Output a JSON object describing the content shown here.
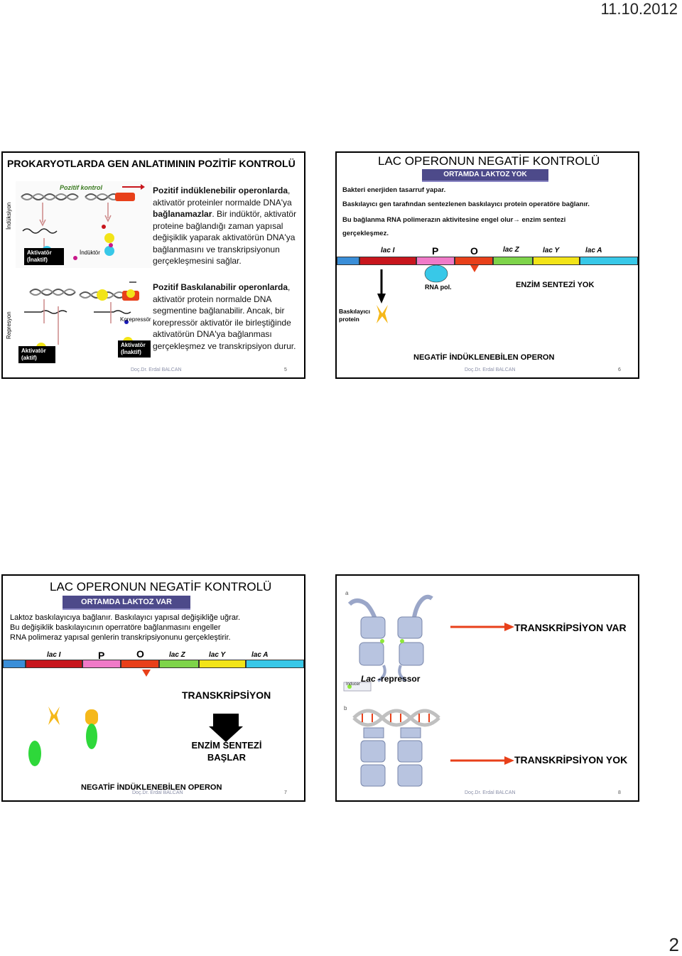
{
  "page": {
    "date": "11.10.2012",
    "number": "2"
  },
  "slide5": {
    "title": "PROKARYOTLARDA GEN ANLATIMININ POZİTİF KONTROLÜ",
    "label_induction": "İndüksiyon",
    "label_repression": "Represyon",
    "figure_title": "Pozitif kontrol",
    "box_activator_inactive": "Aktivatör (İnaktif)",
    "label_inducer": "İndüktör",
    "box_activator_active": "Aktivatör (aktif)",
    "label_corepressor": "Korepressör",
    "box_activator_inactive2": "Aktivatör (İnaktif)",
    "para1_bold": "Pozitif indüklenebilir operonlarda",
    "para1_rest": ", aktivatör proteinler normalde DNA'ya ",
    "para1_bold2": "bağlanamazlar",
    "para1_end": ". Bir indüktör, aktivatör proteine bağlandığı zaman yapısal değişiklik yaparak aktivatörün DNA'ya bağlanmasını ve transkripsiyonun gerçekleşmesini sağlar.",
    "para2_bold": "Pozitif Baskılanabilir operonlarda",
    "para2_rest": ", aktivatör protein normalde DNA segmentine bağlanabilir. Ancak, bir korepressör aktivatör ile birleştiğinde aktivatörün DNA'ya bağlanması gerçekleşmez ve transkripsiyon durur.",
    "footer_author": "Doç.Dr. Erdal BALCAN",
    "footer_num": "5"
  },
  "slide6": {
    "title": "LAC OPERONUN NEGATİF KONTROLÜ",
    "subtitle": "ORTAMDA LAKTOZ YOK",
    "line1": "Bakteri enerjiden tasarruf yapar.",
    "line2": "Baskılayıcı gen tarafından sentezlenen baskılayıcı protein operatöre bağlanır.",
    "line3": "Bu bağlanma RNA polimerazın aktivitesine engel olur→ enzim sentezi gerçekleşmez.",
    "genes": [
      "lac I",
      "P",
      "O",
      "lac Z",
      "lac Y",
      "lac A"
    ],
    "label_rnapol": "RNA pol.",
    "label_no_enzyme": "ENZİM SENTEZİ YOK",
    "label_repressor": "Baskılayıcı protein",
    "bottom_label": "NEGATİF İNDÜKLENEBİLEN OPERON",
    "footer_author": "Doç.Dr. Erdal BALCAN",
    "footer_num": "6"
  },
  "slide7": {
    "title": "LAC OPERONUN NEGATİF KONTROLÜ",
    "subtitle": "ORTAMDA LAKTOZ VAR",
    "line1": "Laktoz baskılayıcıya bağlanır.  Baskılayıcı yapısal değişikliğe uğrar.",
    "line2": "Bu değişiklik baskılayıcının operratöre bağlanmasını engeller",
    "line3": "RNA polimeraz yapısal genlerin transkripsiyonunu gerçekleştirir.",
    "genes": [
      "lac I",
      "P",
      "O",
      "lac Z",
      "lac Y",
      "lac A"
    ],
    "label_transcription": "TRANSKRİPSİYON",
    "label_enzyme_start": "ENZİM SENTEZİ BAŞLAR",
    "bottom_label": "NEGATİF İNDÜKLENEBİLEN OPERON",
    "footer_author": "Doç.Dr. Erdal BALCAN",
    "footer_num": "7"
  },
  "slide8": {
    "panel_a": "a",
    "panel_b": "b",
    "label_lac_repressor_italic": "Lac",
    "label_lac_repressor_rest": " -repressor",
    "label_inducer": "Inducer",
    "label_transcription_yes": "TRANSKRİPSİYON VAR",
    "label_transcription_no": "TRANSKRİPSİYON YOK",
    "footer_author": "Doç.Dr. Erdal BALCAN",
    "footer_num": "8"
  },
  "colors": {
    "purple": "#4d4a8a",
    "gene_blue": "#3a8ed8",
    "gene_red": "#c8161d",
    "gene_pink": "#f07ac8",
    "gene_orange": "#e8401a",
    "gene_green": "#7ed44a",
    "gene_yellow": "#f2e418",
    "gene_cyan": "#38c8e8",
    "arrow_red": "#e8401a"
  }
}
